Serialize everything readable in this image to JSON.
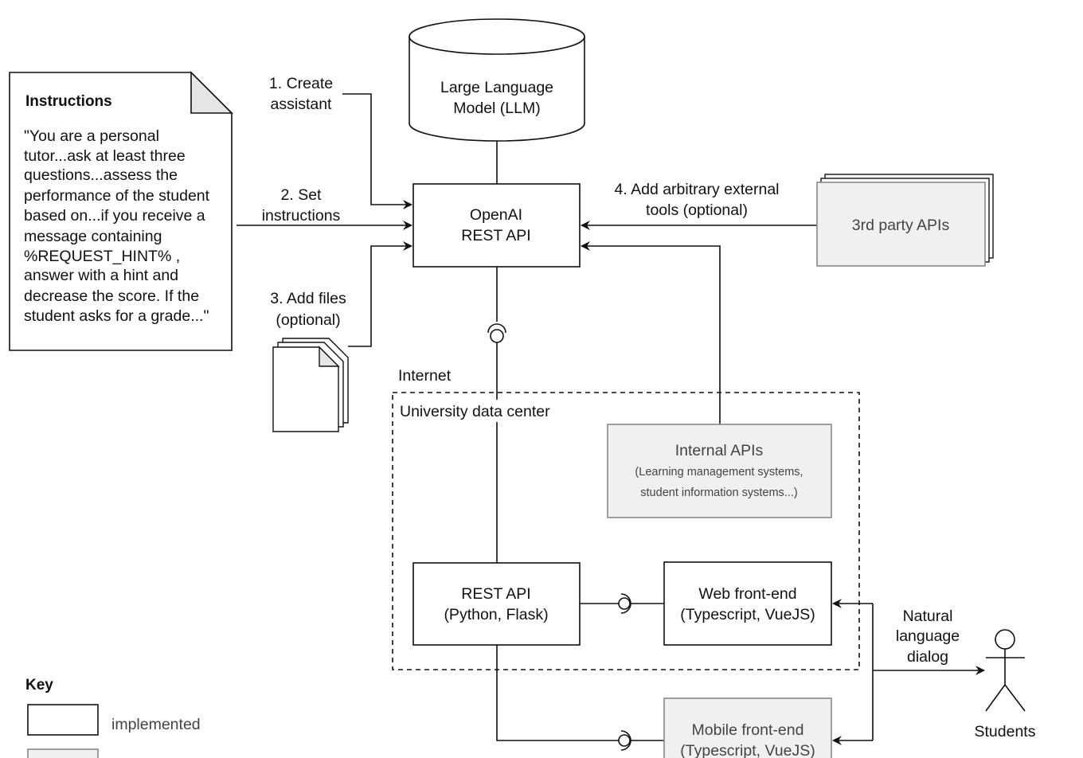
{
  "instructions_note": {
    "title": "Instructions",
    "lines": [
      "\"You are a personal",
      "tutor...ask at least three",
      "questions...assess the",
      "performance of the student",
      "based on...if you receive a",
      "message containing",
      "%REQUEST_HINT% ,",
      "answer with a hint and",
      "decrease the score. If the",
      "student asks for a grade...\""
    ]
  },
  "llm": {
    "lines": [
      "Large Language",
      "Model (LLM)"
    ]
  },
  "openai_api": {
    "lines": [
      "OpenAI",
      "REST API"
    ]
  },
  "steps": {
    "create": [
      "1. Create",
      "assistant"
    ],
    "set": [
      "2. Set",
      "instructions"
    ],
    "files": [
      "3. Add files",
      "(optional)"
    ],
    "tools": [
      "4. Add arbitrary external",
      "tools (optional)"
    ]
  },
  "third_party": {
    "label": "3rd party APIs"
  },
  "boundaries": {
    "internet": "Internet",
    "datacenter": "University data center"
  },
  "internal_apis": {
    "title": "Internal APIs",
    "sub": [
      "(Learning management systems,",
      "student information systems...)"
    ]
  },
  "rest_api": {
    "lines": [
      "REST API",
      "(Python, Flask)"
    ]
  },
  "web_frontend": {
    "lines": [
      "Web front-end",
      "(Typescript, VueJS)"
    ]
  },
  "mobile_frontend": {
    "lines": [
      "Mobile front-end",
      "(Typescript, VueJS)"
    ]
  },
  "dialog_label": [
    "Natural",
    "language",
    "dialog"
  ],
  "actor": {
    "label": "Students"
  },
  "key": {
    "title": "Key",
    "implemented": "implemented"
  },
  "colors": {
    "line": "#111111",
    "planned_fill": "#f0f0f0",
    "planned_stroke": "#888888"
  }
}
